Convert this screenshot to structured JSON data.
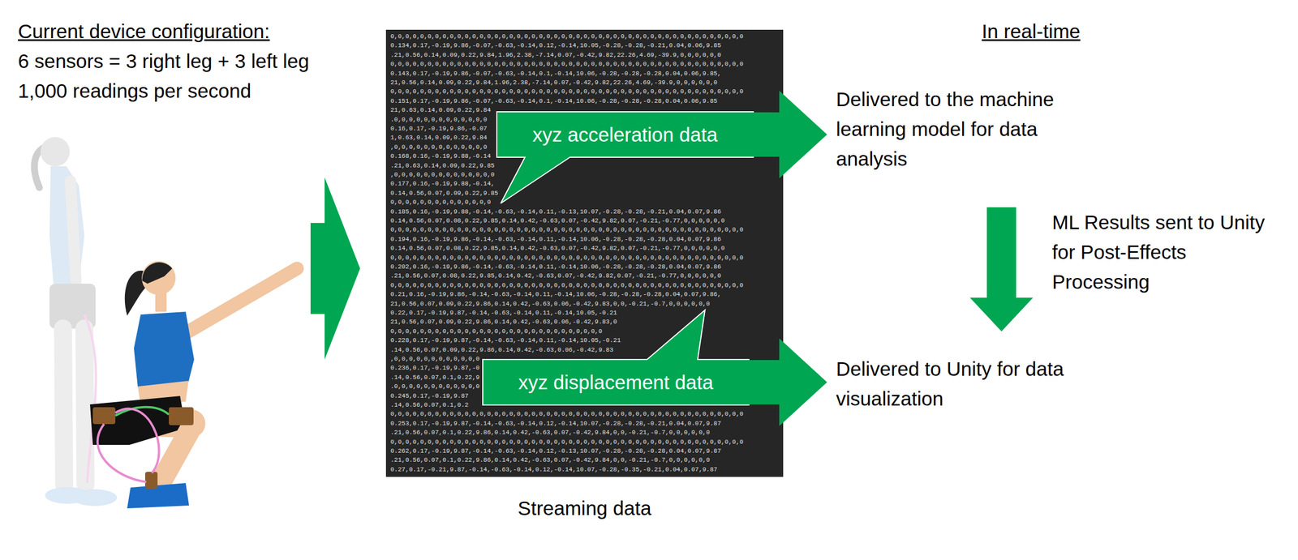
{
  "diagram": {
    "nodes": [
      {
        "text": [
          "Streaming data",
          "0,0,0,0,0,0,0,0,0,0,0,0,0,0,0,0,0,0,0,0,0,0,0,0,0,0,0,0,0,0,0,0,0,0,0,0,0,0,0,0,0,0,0,0,0,0,0,0",
          "0.134,0.17,-0.19,9.86,-0.07,-0.63,-0.14,0.12,-0.14,10.05,-0.28,-0.28,-0.21,0.04,0.06,9.85",
          ".21,0.56,0.14,0.09,0.22,9.84,1.96,2.38,-7.14,0.07,-0.42,9.82,22.26,4.69,-39.9,0,0,0,0,0,0",
          "0,0,0,0,0,0,0,0,0,0,0,0,0,0,0,0,0,0,0,0,0,0,0,0,0,0,0,0,0,0,0,0,0,0,0,0,0,0,0,0,0,0,0,0,0,0,0,0",
          "0.143,0.17,-0.19,9.86,-0.07,-0.63,-0.14,0.1,-0.14,10.06,-0.28,-0.28,-0.28,0.04,0.06,9.85,",
          "21,0.56,0.14,0.09,0.22,9.84,1.96,2.38,-7.14,0.07,-0.42,9.82,22.26,4.69,-39.9,0,0,0,0,0,0",
          "0,0,0,0,0,0,0,0,0,0,0,0,0,0,0,0,0,0,0,0,0,0,0,0,0,0,0,0,0,0,0,0,0,0,0,0,0,0,0,0,0,0,0,0,0,0,0,0",
          "0.151,0.17,-0.19,9.86,-0.07,-0.63,-0.14,0.1,-0.14,10.06,-0.28,-0.28,-0.28,0.04,0.06,9.85",
          "21,0.63,0.14,0.09,0.22,9.84",
          ".0,0,0,0,0,0,0,0,0,0,0,0,0",
          "0.16,0.17,-0.19,9.86,-0.07",
          "1,0.63,0.14,0.09,0.22,9.84",
          ",0,0,0,0,0,0,0,0,0,0,0,0,0",
          "0.168,0.16,-0.19,9.88,-0.14",
          ".21,0.63,0.14,0.09,0.22,9.85",
          ",0,0,0,0,0,0,0,0,0,0,0,0,0,0",
          "0.177,0.16,-0.19,9.88,-0.14,",
          "0.14,0.56,0.07,0.09,0.22,9.85",
          "0,0,0,0,0,0,0,0,0,0,0,0,0,0",
          "0.185,0.16,-0.19,9.88,-0.14,-0.63,-0.14,0.11,-0.13,10.07,-0.28,-0.28,-0.21,0.04,0.07,9.86",
          "0.14,0.56,0.07,0.08,0.22,9.85,0.14,0.42,-0.63,0.07,-0.42,9.82,0.07,-0.21,-0.77,0,0,0,0,0,0",
          "0,0,0,0,0,0,0,0,0,0,0,0,0,0,0,0,0,0,0,0,0,0,0,0,0,0,0,0,0,0,0,0,0,0,0,0,0,0,0,0,0,0,0,0,0,0,0,0",
          "0.194,0.16,-0.19,9.86,-0.14,-0.63,-0.14,0.11,-0.14,10.06,-0.28,-0.28,-0.28,0.04,0.07,9.86",
          "0.14,0.56,0.07,0.08,0.22,9.85,0.14,0.42,-0.63,0.07,-0.42,9.82,0.07,-0.21,-0.77,0,0,0,0,0,0",
          "0,0,0,0,0,0,0,0,0,0,0,0,0,0,0,0,0,0,0,0,0,0,0,0,0,0,0,0,0,0,0,0,0,0,0,0,0,0,0,0,0,0,0,0,0,0,0,0",
          "0.202,0.16,-0.19,9.86,-0.14,-0.63,-0.14,0.11,-0.14,10.06,-0.28,-0.28,-0.28,0.04,0.07,9.86",
          ".21,0.56,0.07,0.08,0.22,9.85,0.14,0.42,-0.63,0.07,-0.42,9.82,0.07,-0.21,-0.77,0,0,0,0,0,0",
          "0,0,0,0,0,0,0,0,0,0,0,0,0,0,0,0,0,0,0,0,0,0,0,0,0,0,0,0,0,0,0,0,0,0,0,0,0,0,0,0,0,0,0,0,0,0,0,0",
          "0.21,0.16,-0.19,9.86,-0.14,-0.63,-0.14,0.11,-0.14,10.06,-0.28,-0.28,-0.28,0.04,0.07,9.86,",
          "21,0.56,0.07,0.09,0.22,9.86,0.14,0.42,-0.63,0.06,-0.42,9.83,0,0,-0.21,-0.7,0,0,0,0,0,0",
          "0.22,0.17,-0.19,9.87,-0.14,-0.63,-0.14,0.11,-0.14,10.05,-0.21",
          "21,0.56,0.07,0.09,0.22,9.86,0.14,0.42,-0.63,0.06,-0.42,9.83,0",
          "0,0,0,0,0,0,0,0,0,0,0,0,0,0,0,0,0,0,0,0,0,0,0,0,0,0,0,0,0",
          "0.228,0.17,-0.19,9.87,-0.14,-0.63,-0.14,0.11,-0.14,10.05,-0.21",
          ".14,0.56,0.07,0.09,0.22,9.86,0.14,0.42,-0.63,0.06,-0.42,9.83",
          ",0,0,0,0,0,0,0,0,0,0,0,0",
          "0.236,0.17,-0.19,9.87,-0",
          ".14,0.56,0.07,0.1,0.22,9",
          ".0,0,0,0,0,0,0,0,0,0,0,0",
          "0.245,0.17,-0.19,9.87",
          ".14,0.56,0.07,0.1,0.2",
          "0,0,0,0,0,0,0,0,0,0,0,0,0,0,0,0,0,0,0,0,0,0,0,0,0,0,0,0,0,0,0,0,0,0,0,0,0,0,0,0,0,0,0,0,0,0,0,0",
          "0.253,0.17,-0.19,9.87,-0.14,-0.63,-0.14,0.12,-0.14,10.07,-0.28,-0.28,-0.21,0.04,0.07,9.87",
          ".21,0.56,0.07,0.1,0.22,9.86,0.14,0.42,-0.63,0.07,-0.42,9.84,0,0,-0.21,-0.7,0,0,0,0,0,0",
          "0,0,0,0,0,0,0,0,0,0,0,0,0,0,0,0,0,0,0,0,0,0,0,0,0,0,0,0,0,0,0,0,0,0,0,0,0,0,0,0,0,0,0,0,0,0,0,0",
          "0.262,0.17,-0.19,9.87,-0.14,-0.63,-0.14,0.12,-0.13,10.07,-0.28,-0.28,-0.28,0.04,0.07,9.87",
          ".21,0.56,0.07,0.1,0.22,9.86,0.14,0.42,-0.63,0.07,-0.42,9.84,0,0,-0.21,-0.7,0,0,0,0,0,0",
          "0.27,0.17,-0.21,9.87,-0.14,-0.63,-0.14,0.12,-0.14,10.07,-0.28,-0.35,-0.21,0.04,0.07,9.87"
        ]
      },
      {
        "text": [
          "xyz acceleration data"
        ],
        "in": 0
      },
      {
        "text": [
          "xyz displacement data"
        ],
        "in": 0
      },
      {
        "text": [
          "Delivered to the machine learning model for data analysis"
        ]
      },
      {
        "text": [
          "Delivered to Unity for data visualization"
        ]
      }
    ],
    "edges": [
      {
        "from": 1,
        "to": 3,
        "arrow": "to"
      },
      {
        "from": 2,
        "to": 4,
        "arrow": "to"
      },
      {
        "from": 3,
        "to": 4,
        "label": "ML Results sent to Unity for Post-Effects Processing",
        "arrow": "to"
      }
    ],
    "labels": [
      "Current device configuration:",
      "6 sensors = 3 right leg + 3 left leg",
      "1,000 readings per second",
      "In real-time"
    ]
  }
}
